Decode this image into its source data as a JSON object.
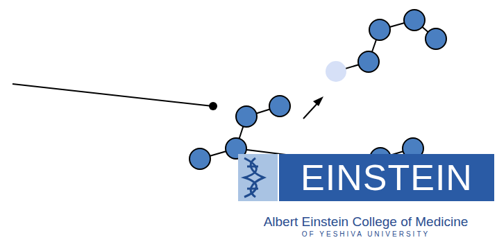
{
  "diagram": {
    "labels": [
      "EINSTEIN",
      "Albert Einstein College of Medicine",
      "OF YESHIVA UNIVERSITY"
    ]
  }
}
